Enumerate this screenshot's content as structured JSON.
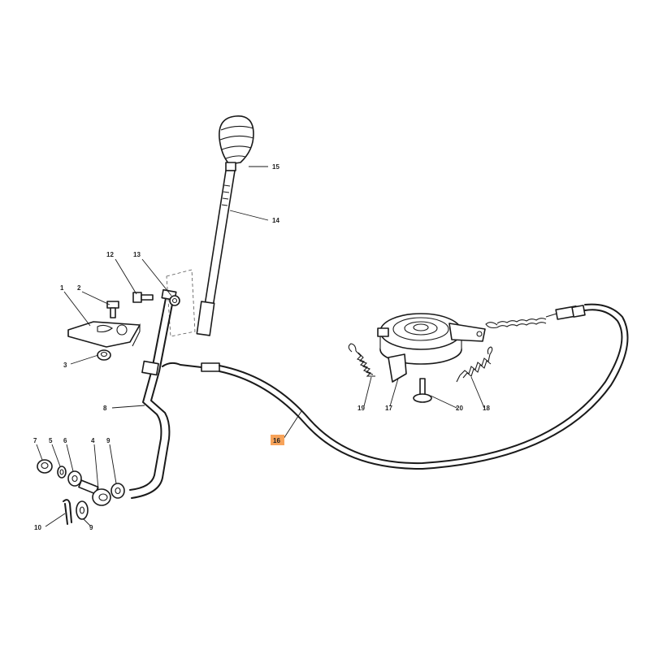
{
  "callouts": {
    "c1": "1",
    "c2": "2",
    "c3": "3",
    "c4": "4",
    "c5": "5",
    "c6": "6",
    "c7": "7",
    "c8": "8",
    "c9a": "9",
    "c9b": "9",
    "c10": "10",
    "c12": "12",
    "c13": "13",
    "c14": "14",
    "c15": "15",
    "c16": "16",
    "c17": "17",
    "c18": "18",
    "c19": "19",
    "c20": "20"
  },
  "colors": {
    "line": "#1a1a1a",
    "highlight": "#f7a35a",
    "background": "#ffffff"
  }
}
